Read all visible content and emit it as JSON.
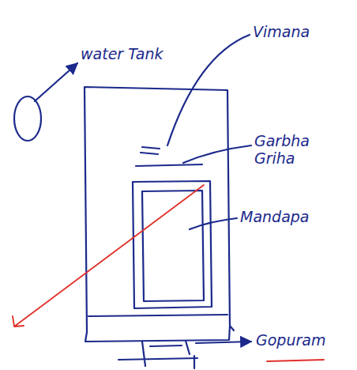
{
  "diagram": {
    "labels": [
      "water Tank",
      "Vimana",
      "Garbha Griha",
      "Mandapa",
      "Gopuram"
    ]
  }
}
